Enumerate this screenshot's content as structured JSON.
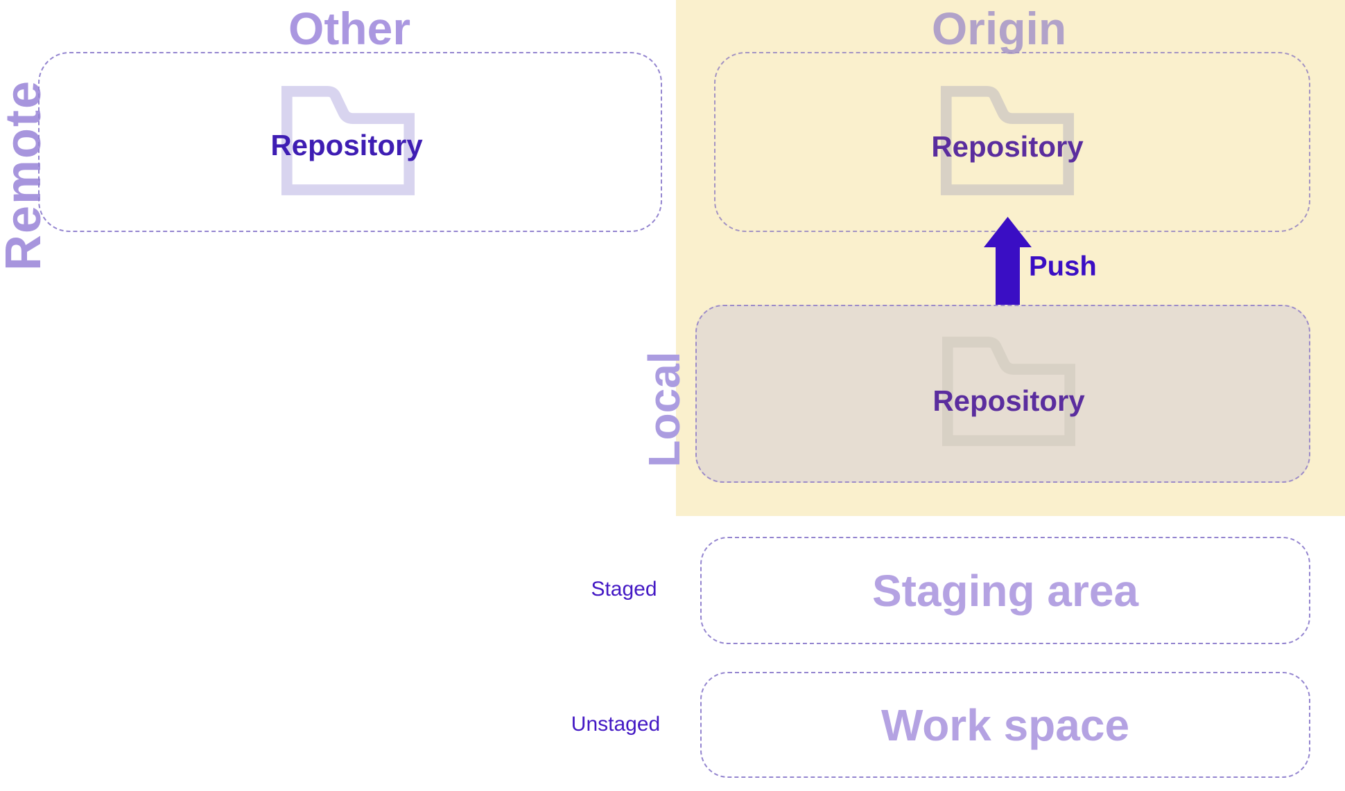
{
  "diagram": {
    "remote_label": "Remote",
    "local_label": "Local",
    "other": {
      "title": "Other",
      "repository_label": "Repository"
    },
    "origin": {
      "title": "Origin",
      "repository_label": "Repository"
    },
    "local": {
      "repository_label": "Repository"
    },
    "push_label": "Push",
    "staging": {
      "side_label": "Staged",
      "box_label": "Staging area"
    },
    "workspace": {
      "side_label": "Unstaged",
      "box_label": "Work space"
    },
    "icons": {
      "folder_other": "folder-icon",
      "folder_origin": "folder-icon",
      "folder_local": "folder-icon",
      "push_arrow": "arrow-up-icon"
    },
    "colors": {
      "origin_panel_bg": "#faf0cd",
      "local_box_bg": "#e6ddd2",
      "dashed_border": "#9384cf",
      "title_other": "#aa97e0",
      "title_origin": "#b1a2c9",
      "remote_label": "#a795dd",
      "local_label": "#ab9ce0",
      "repository_text_remote": "#3e1db3",
      "repository_text_muted": "#5a2d9e",
      "folder_lavender": "#d8d4ef",
      "folder_tan": "#d8d1c5",
      "push_accent": "#3a0ec4",
      "stage_side_text": "#4318c4",
      "area_box_text": "#b4a2e2"
    }
  }
}
